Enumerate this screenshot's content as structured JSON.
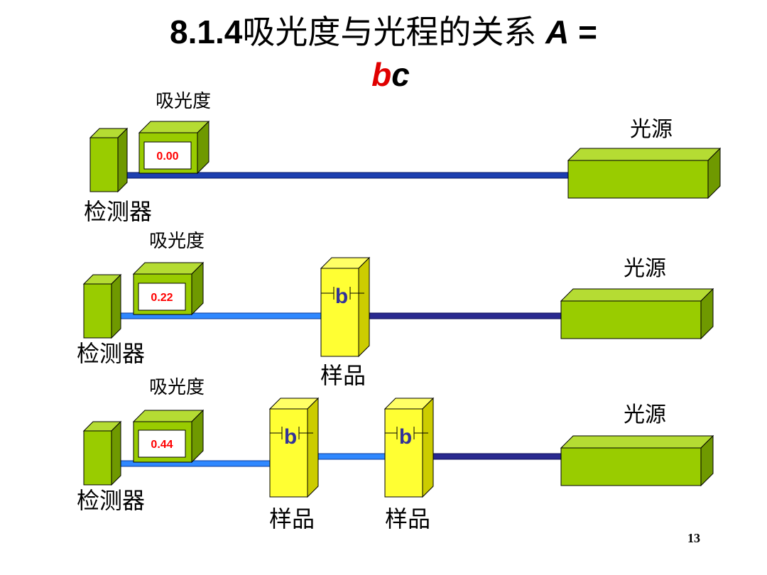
{
  "slide": {
    "title_num": "8.1.4",
    "title_cjk": "吸光度与光程的关系",
    "title_var_a": "A",
    "title_eq": "=",
    "title_b": "b",
    "title_c": "c",
    "page_number": "13"
  },
  "rows": [
    {
      "absorbance_label": "吸光度",
      "detector_label": "检测器",
      "source_label": "光源",
      "absorbance_value": "0.00",
      "sample_labels": []
    },
    {
      "absorbance_label": "吸光度",
      "detector_label": "检测器",
      "source_label": "光源",
      "absorbance_value": "0.22",
      "sample_labels": [
        "样品"
      ],
      "b_labels": [
        "b"
      ]
    },
    {
      "absorbance_label": "吸光度",
      "detector_label": "检测器",
      "source_label": "光源",
      "absorbance_value": "0.44",
      "sample_labels": [
        "样品",
        "样品"
      ],
      "b_labels": [
        "b",
        "b"
      ]
    }
  ],
  "colors": {
    "box_green_front": "#99cc00",
    "box_green_top": "#b5dc33",
    "box_green_side": "#6f9900",
    "sample_yellow_front": "#ffff33",
    "sample_yellow_side": "#cccc00",
    "beam_full": "#1d3fb0",
    "beam_attenuated": "#2f88ff",
    "beam_dark": "#2a2a90",
    "readout_red": "#ff0000",
    "b_label_color": "#333399"
  }
}
